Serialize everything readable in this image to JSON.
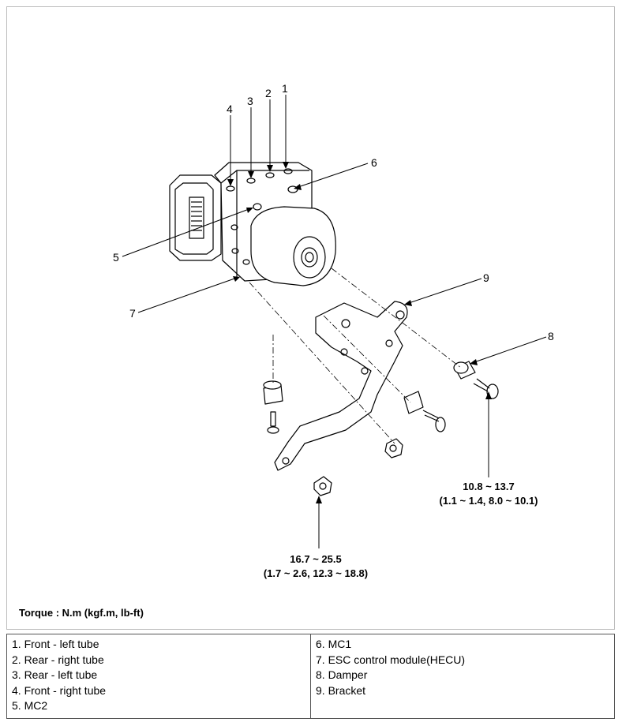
{
  "callouts": [
    "1",
    "2",
    "3",
    "4",
    "5",
    "6",
    "7",
    "8",
    "9"
  ],
  "torque_specs": {
    "damper_bolt": {
      "value": "10.8 ~ 13.7",
      "alt": "(1.1 ~ 1.4, 8.0 ~ 10.1)"
    },
    "bracket_nut": {
      "value": "16.7 ~ 25.5",
      "alt": "(1.7 ~ 2.6, 12.3 ~ 18.8)"
    }
  },
  "torque_unit": "Torque : N.m (kgf.m, lb-ft)",
  "legend": {
    "left": [
      "1. Front - left tube",
      "2. Rear - right tube",
      "3. Rear - left tube",
      "4. Front - right tube",
      "5. MC2"
    ],
    "right": [
      "6. MC1",
      "7. ESC control module(HECU)",
      "8. Damper",
      "9. Bracket"
    ]
  }
}
